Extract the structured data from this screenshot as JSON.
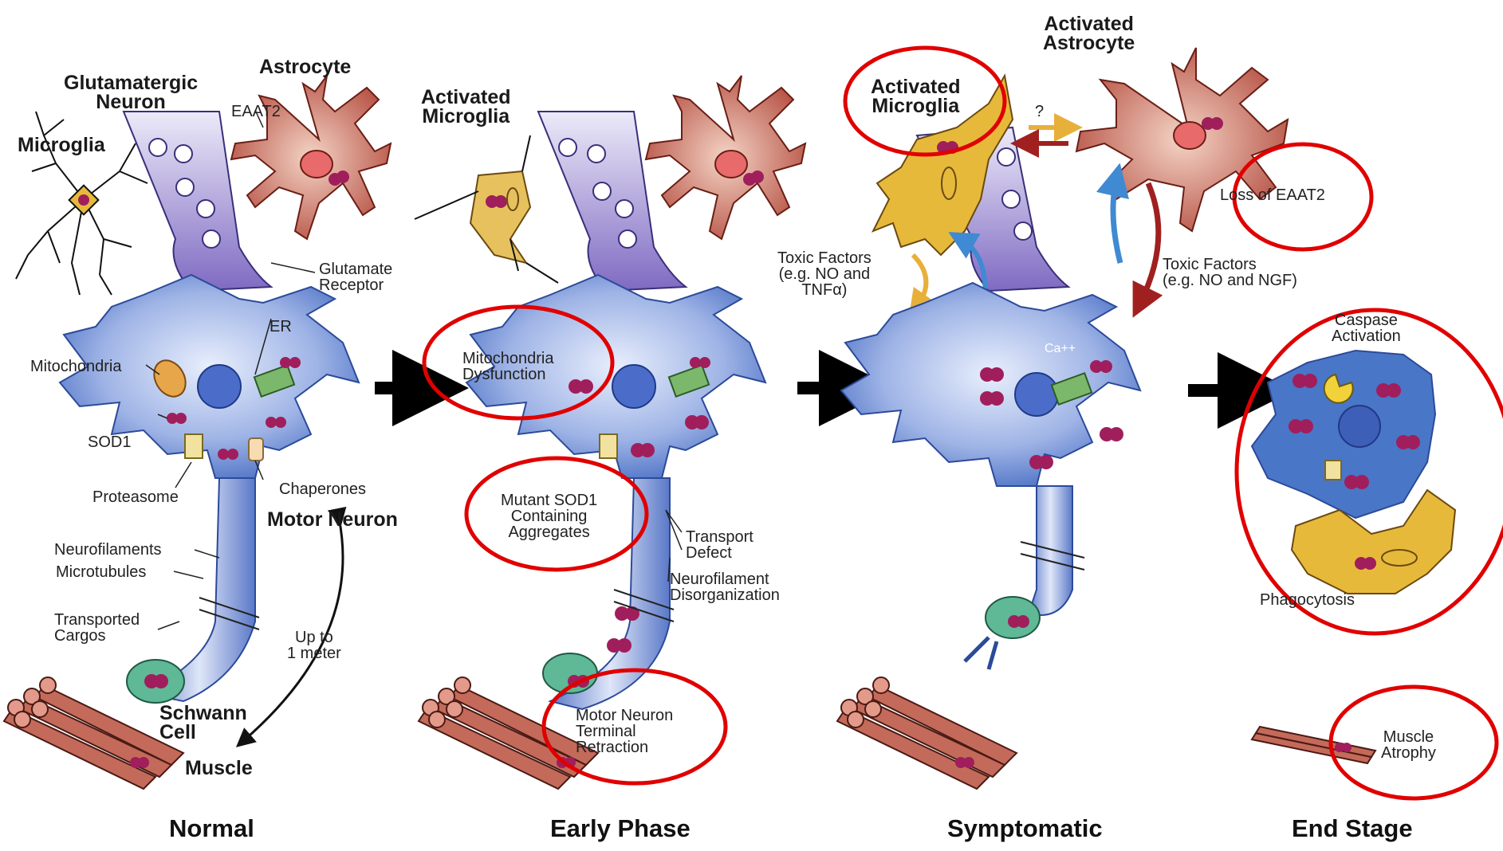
{
  "stages": {
    "normal": "Normal",
    "early": "Early Phase",
    "symptomatic": "Symptomatic",
    "end": "End Stage"
  },
  "normal_panel": {
    "glutamatergic_neuron": "Glutamatergic\nNeuron",
    "astrocyte": "Astrocyte",
    "eaat2": "EAAT2",
    "microglia": "Microglia",
    "glutamate_receptor": "Glutamate\nReceptor",
    "er": "ER",
    "mitochondria": "Mitochondria",
    "sod1": "SOD1",
    "proteasome": "Proteasome",
    "chaperones": "Chaperones",
    "motor_neuron": "Motor Neuron",
    "neurofilaments": "Neurofilaments",
    "microtubules": "Microtubules",
    "transported_cargos": "Transported\nCargos",
    "up_to": "Up to\n1 meter",
    "schwann_cell": "Schwann\nCell",
    "muscle": "Muscle"
  },
  "early_panel": {
    "activated_microglia": "Activated\nMicroglia",
    "mito_dysfunction": "Mitochondria\nDysfunction",
    "mutant_sod1": "Mutant SOD1\nContaining\nAggregates",
    "transport_defect": "Transport\nDefect",
    "nf_disorganization": "Neurofilament\nDisorganization",
    "terminal_retraction": "Motor Neuron\nTerminal\nRetraction"
  },
  "symptomatic_panel": {
    "activated_astrocyte": "Activated\nAstrocyte",
    "activated_microglia": "Activated\nMicroglia",
    "question": "?",
    "loss_eaat2": "Loss of EAAT2",
    "toxic_left": "Toxic Factors\n(e.g. NO and\nTNFα)",
    "toxic_right": "Toxic Factors\n(e.g. NO and NGF)",
    "calcium": "Ca++"
  },
  "end_panel": {
    "caspase": "Caspase\nActivation",
    "phagocytosis": "Phagocytosis",
    "muscle_atrophy": "Muscle\nAtrophy"
  },
  "colors": {
    "neuron_blue": "#4a6fc4",
    "neuron_light": "#c9d6f4",
    "glut_purple": "#7f6ac2",
    "astro_red": "#b24a3c",
    "microglia_yellow": "#e7b93b",
    "sod1_magenta": "#a01e5c",
    "highlight_red": "#e00000"
  }
}
